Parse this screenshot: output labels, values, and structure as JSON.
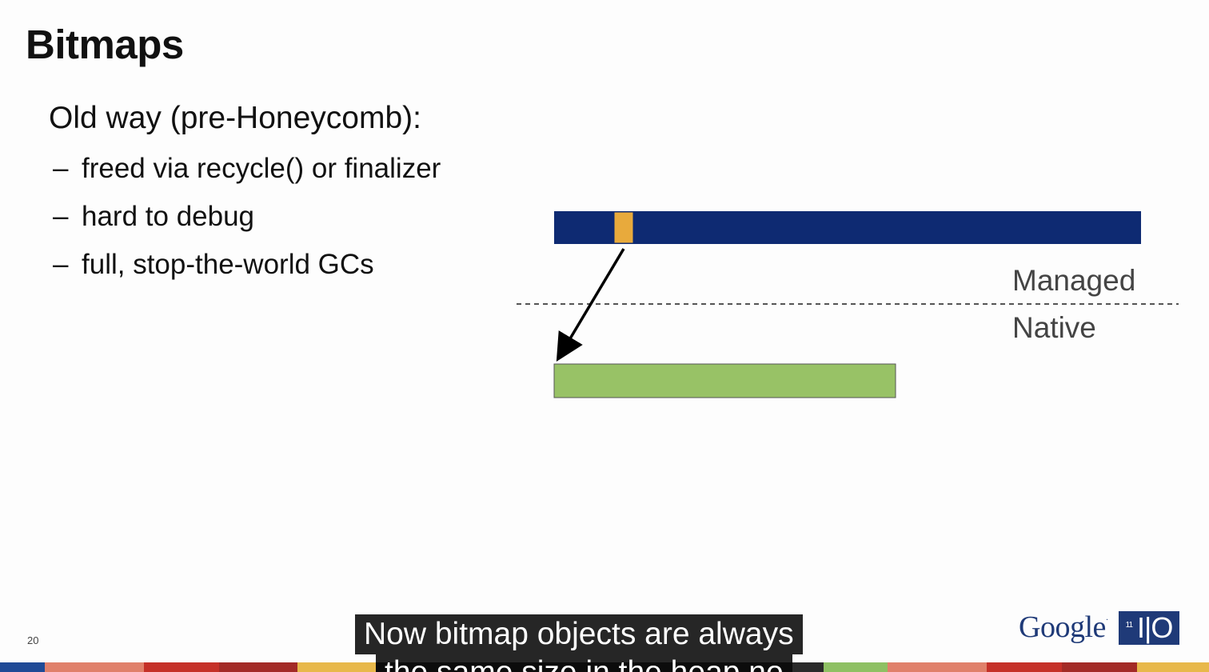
{
  "slide": {
    "title": "Bitmaps",
    "heading": "Old way (pre-Honeycomb):",
    "bullets": [
      "freed via recycle() or finalizer",
      "hard to debug",
      "full, stop-the-world GCs"
    ],
    "bullet_marker": "–",
    "number": "20"
  },
  "diagram": {
    "managed_label": "Managed",
    "native_label": "Native",
    "colors": {
      "managed_bar": "#0e2a72",
      "bitmap_ref": "#e8aa3c",
      "native_bar": "#98c266",
      "divider": "#555555",
      "arrow": "#000000"
    }
  },
  "branding": {
    "google_text": "Google",
    "io_text": "I|O",
    "io_super": "11"
  },
  "captions": {
    "line1": "Now bitmap objects are always",
    "line2": "the same size in the heap no"
  },
  "footer_stripe_colors": [
    "#1f4a96",
    "#e0806a",
    "#c53028",
    "#a32a26",
    "#e8b84a",
    "#2a2a2a",
    "#8ec063",
    "#e0806a",
    "#c53028",
    "#a32a26",
    "#e8b84a"
  ]
}
